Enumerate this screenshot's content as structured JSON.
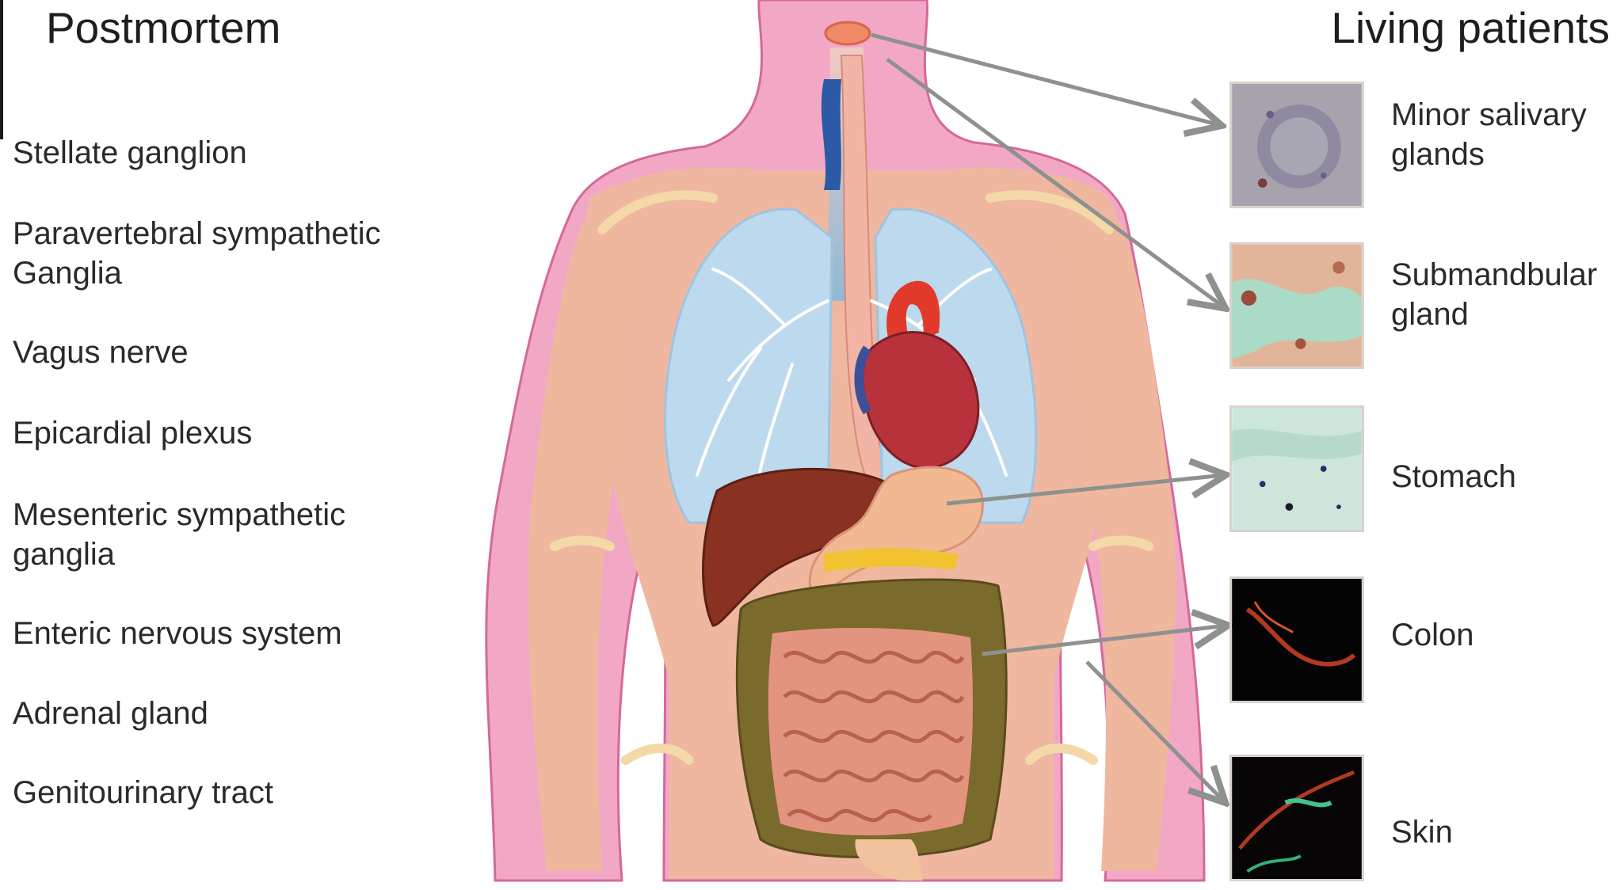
{
  "headers": {
    "left": "Postmortem",
    "right": "Living patients"
  },
  "postmortem_sites": [
    {
      "lines": [
        "Stellate ganglion"
      ]
    },
    {
      "lines": [
        "Paravertebral sympathetic",
        "Ganglia"
      ]
    },
    {
      "lines": [
        "Vagus nerve"
      ]
    },
    {
      "lines": [
        "Epicardial plexus"
      ]
    },
    {
      "lines": [
        "Mesenteric sympathetic",
        "ganglia"
      ]
    },
    {
      "lines": [
        "Enteric nervous system"
      ]
    },
    {
      "lines": [
        "Adrenal gland"
      ]
    },
    {
      "lines": [
        "Genitourinary tract"
      ]
    }
  ],
  "living_sites": [
    {
      "lines": [
        "Minor salivary",
        "glands"
      ],
      "tile": "salivary-histology"
    },
    {
      "lines": [
        "Submandbular",
        "gland"
      ],
      "tile": "submandibular-histology"
    },
    {
      "lines": [
        "Stomach"
      ],
      "tile": "stomach-histology"
    },
    {
      "lines": [
        "Colon"
      ],
      "tile": "colon-fluorescence"
    },
    {
      "lines": [
        "Skin"
      ],
      "tile": "skin-fluorescence"
    }
  ],
  "colors": {
    "skin": "#f2a8c4",
    "muscle": "#f0b7a0",
    "lung": "#bcd9ee",
    "heart": "#b8323c",
    "liver": "#8a3222",
    "stomach": "#f2b891",
    "intestine": "#e3947e",
    "colon": "#7a6a2c",
    "arrow": "#8e918e"
  }
}
